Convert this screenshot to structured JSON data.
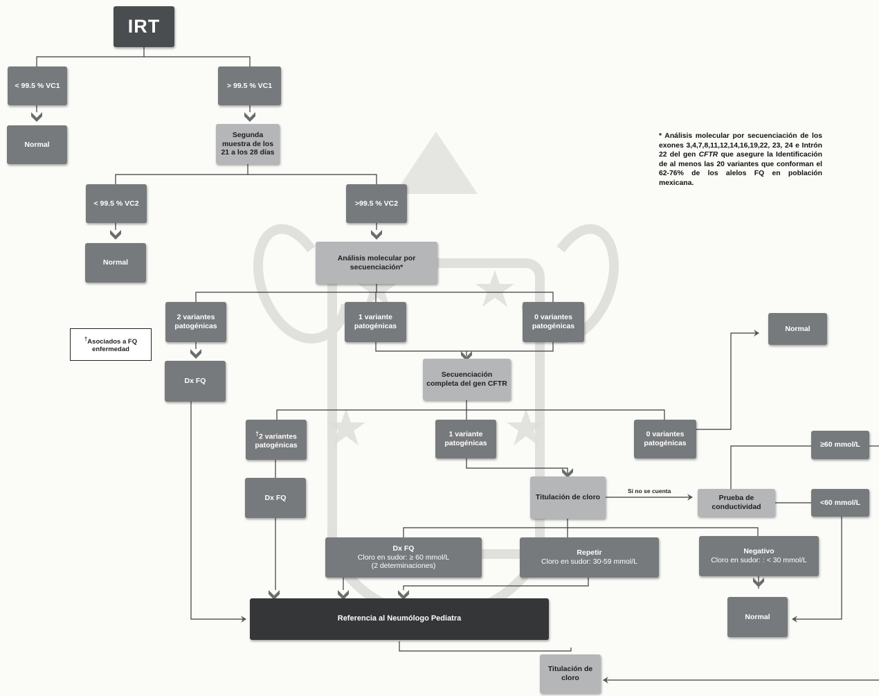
{
  "nodes": {
    "irt": "IRT",
    "lt_vc1": "< 99.5 % VC1",
    "gt_vc1": "> 99.5 % VC1",
    "normal_1": "Normal",
    "segunda": "Segunda muestra de los 21 a los 28 días",
    "lt_vc2": "< 99.5 % VC2",
    "gt_vc2": ">99.5 % VC2",
    "normal_2": "Normal",
    "analisis": "Análisis molecular por secuenciación*",
    "dos_var_1": "2 variantes patogénicas",
    "un_var_1": "1 variante patogénicas",
    "cero_var_1": "0 variantes patogénicas",
    "normal_3": "Normal",
    "dxfq_1": "Dx FQ",
    "secuenciacion": "Secuenciación completa del gen CFTR",
    "dos_var_2": "2 variantes patogénicas",
    "dos_var_2_mark": "†",
    "un_var_2": "1 variante patogénicas",
    "cero_var_2": "0 variantes patogénicas",
    "dxfq_2": "Dx FQ",
    "titulacion": "Titulación de cloro",
    "prueba": "Prueba de conductividad",
    "ge60": "≥60 mmol/L",
    "lt60": "<60 mmol/L",
    "dxfq_3_title": "Dx FQ",
    "dxfq_3_l1": "Cloro en sudor: ≥ 60 mmol/L",
    "dxfq_3_l2": "(2 determinaciones)",
    "repetir_title": "Repetir",
    "repetir_l1": "Cloro en sudor: 30-59 mmol/L",
    "negativo_title": "Negativo",
    "negativo_l1": "Cloro en sudor: : < 30 mmol/L",
    "normal_4": "Normal",
    "referencia": "Referencia al Neumólogo Pediatra",
    "titulacion_2": "Titulación de cloro"
  },
  "labels": {
    "si_no": "Si no se cuenta"
  },
  "legend": {
    "mark": "†",
    "text": "Asociados a FQ enfermedad"
  },
  "note": {
    "part1": "* Análisis molecular por secuenciación de los exones 3,4,7,8,11,12,14,16,19,22, 23, 24 e Intrón 22 del gen ",
    "gene": "CFTR",
    "part2": " que asegure la Identificación de al menos las 20 variantes que conforman el 62-76% de los alelos FQ en población mexicana."
  },
  "colors": {
    "box": "#777a7c",
    "box_dark": "#4f5355",
    "box_light": "#b4b6b8",
    "referral": "#353637",
    "line": "#3a3a3a"
  }
}
